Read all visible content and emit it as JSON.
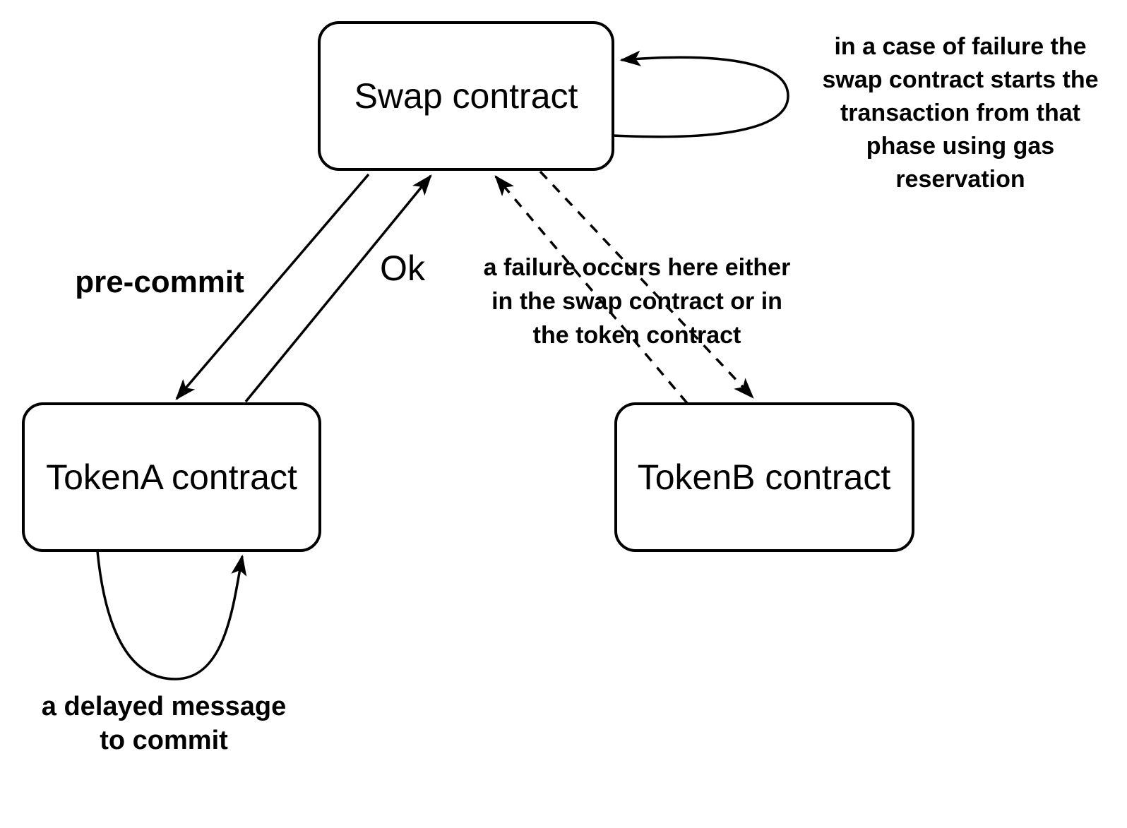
{
  "diagram": {
    "type": "flow-diagram",
    "colors": {
      "background": "#ffffff",
      "stroke": "#000000",
      "text": "#000000",
      "node_fill": "#ffffff"
    },
    "nodes": {
      "swap": {
        "label": "Swap contract"
      },
      "token_a": {
        "label": "TokenA contract"
      },
      "token_b": {
        "label": "TokenB contract"
      }
    },
    "edges": {
      "pre_commit": {
        "label": "pre-commit",
        "from": "Swap contract",
        "to": "TokenA contract",
        "style": "solid"
      },
      "ok": {
        "label": "Ok",
        "from": "TokenA contract",
        "to": "Swap contract",
        "style": "solid"
      },
      "swap_to_token_b": {
        "from": "Swap contract",
        "to": "TokenB contract",
        "style": "dashed"
      },
      "token_b_to_swap": {
        "from": "TokenB contract",
        "to": "Swap contract",
        "style": "dashed"
      },
      "swap_self_loop": {
        "from": "Swap contract",
        "to": "Swap contract",
        "style": "solid"
      },
      "token_a_self_loop": {
        "from": "TokenA contract",
        "to": "TokenA contract",
        "style": "solid"
      }
    },
    "annotations": {
      "gas_reservation": {
        "lines": [
          "in a case of failure the",
          "swap contract starts the",
          "transaction from that",
          "phase using gas",
          "reservation"
        ]
      },
      "failure_location": {
        "lines": [
          "a failure occurs here either",
          "in the swap contract or in",
          "the token contract"
        ]
      },
      "delayed_commit": {
        "lines": [
          "a delayed message",
          "to commit"
        ]
      }
    }
  }
}
